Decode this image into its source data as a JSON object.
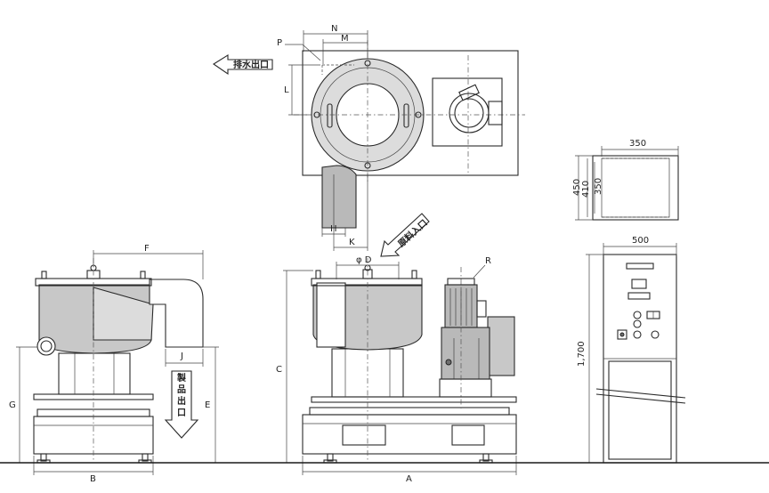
{
  "labels": {
    "dim_N": "N",
    "dim_M": "M",
    "dim_P": "P",
    "dim_L": "L",
    "dim_H": "H",
    "dim_K": "K",
    "dim_F": "F",
    "dim_J": "J",
    "dim_G": "G",
    "dim_E": "E",
    "dim_B": "B",
    "dim_C": "C",
    "dim_D": "φ D",
    "dim_R": "R",
    "dim_A": "A",
    "dim_350_top": "350",
    "dim_450": "450",
    "dim_410": "410",
    "dim_350_side": "350",
    "dim_500": "500",
    "dim_1700": "1,700"
  },
  "callouts": {
    "drain_outlet": "排水出口",
    "material_inlet": "原料入口",
    "product_outlet": "製品出口"
  },
  "colors": {
    "line": "#2a2a2a",
    "body_fill": "#c8c8c8",
    "background": "#ffffff"
  }
}
